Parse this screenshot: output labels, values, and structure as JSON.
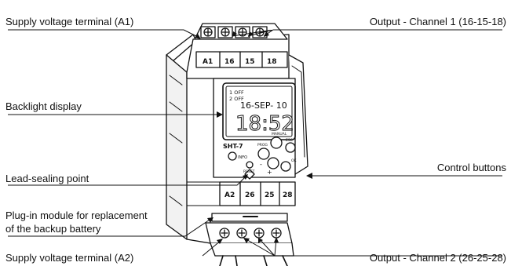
{
  "callouts": {
    "supply_a1": "Supply voltage terminal (A1)",
    "output_ch1": "Output - Channel 1 (16-15-18)",
    "backlight": "Backlight display",
    "control_buttons": "Control buttons",
    "lead_sealing": "Lead-sealing point",
    "plugin_line1": "Plug-in module for replacement",
    "plugin_line2": "of the backup battery",
    "supply_a2": "Supply voltage terminal (A2)",
    "output_ch2": "Output - Channel 2 (26-25-28)"
  },
  "device": {
    "top_terminals": [
      "A1",
      "16",
      "15",
      "18"
    ],
    "bottom_terminals": [
      "A2",
      "26",
      "25",
      "28"
    ],
    "status_off1": "1 OFF",
    "status_off2": "2 OFF",
    "date": "16-SEP- 10",
    "time": "18:52",
    "model": "SHT-7",
    "info": "INFO",
    "reset": "RESET",
    "btn_prog": "PROG",
    "btn_manual": "MANUAL",
    "btn_esc": "ESC",
    "btn_ok": "OK",
    "minus": "-",
    "plus": "+"
  }
}
